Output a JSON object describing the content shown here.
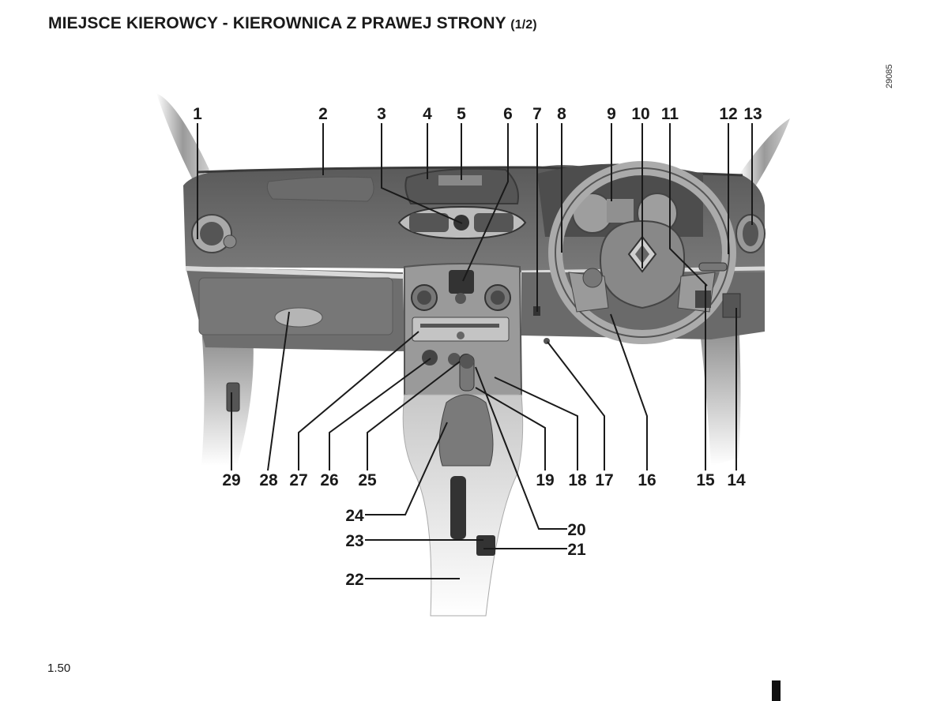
{
  "header": {
    "title": "MIEJSCE KIEROWCY - KIEROWNICA Z PRAWEJ STRONY",
    "part": "(1/2)"
  },
  "figure": {
    "id": "29085",
    "callouts": [
      "1",
      "2",
      "3",
      "4",
      "5",
      "6",
      "7",
      "8",
      "9",
      "10",
      "11",
      "12",
      "13",
      "14",
      "15",
      "16",
      "17",
      "18",
      "19",
      "20",
      "21",
      "22",
      "23",
      "24",
      "25",
      "26",
      "27",
      "28",
      "29"
    ]
  },
  "footer": {
    "page_number": "1.50"
  }
}
